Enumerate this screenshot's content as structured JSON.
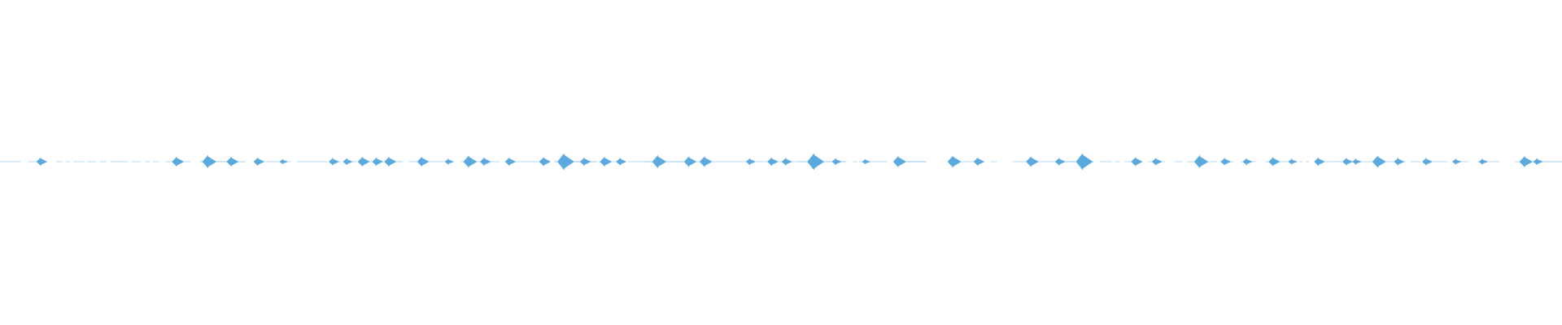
{
  "waveform": {
    "color": "#5aa9df",
    "baseline_color": "#8cc4ea",
    "segments": [
      [
        0.0,
        0.013,
        0.2
      ],
      [
        0.018,
        0.03,
        0.3
      ],
      [
        0.036,
        0.04,
        0.12
      ],
      [
        0.042,
        0.045,
        0.1
      ],
      [
        0.047,
        0.054,
        0.12
      ],
      [
        0.056,
        0.062,
        0.12
      ],
      [
        0.064,
        0.068,
        0.12
      ],
      [
        0.071,
        0.082,
        0.15
      ],
      [
        0.084,
        0.09,
        0.12
      ],
      [
        0.093,
        0.096,
        0.1
      ],
      [
        0.098,
        0.102,
        0.1
      ],
      [
        0.106,
        0.112,
        0.12
      ],
      [
        0.112,
        0.122,
        0.3
      ],
      [
        0.128,
        0.157,
        0.5
      ],
      [
        0.163,
        0.186,
        0.3
      ],
      [
        0.19,
        0.21,
        0.2
      ],
      [
        0.212,
        0.218,
        0.2
      ],
      [
        0.22,
        0.228,
        0.25
      ],
      [
        0.232,
        0.258,
        0.45
      ],
      [
        0.262,
        0.29,
        0.4
      ],
      [
        0.295,
        0.32,
        0.35
      ],
      [
        0.324,
        0.325,
        0.1
      ],
      [
        0.328,
        0.35,
        0.4
      ],
      [
        0.355,
        0.382,
        0.65
      ],
      [
        0.383,
        0.4,
        0.3
      ],
      [
        0.402,
        0.412,
        0.3
      ],
      [
        0.412,
        0.44,
        0.55
      ],
      [
        0.44,
        0.477,
        0.4
      ],
      [
        0.477,
        0.482,
        0.2
      ],
      [
        0.484,
        0.49,
        0.2
      ],
      [
        0.49,
        0.503,
        0.3
      ],
      [
        0.505,
        0.511,
        0.3
      ],
      [
        0.511,
        0.542,
        0.5
      ],
      [
        0.546,
        0.549,
        0.2
      ],
      [
        0.55,
        0.568,
        0.4
      ],
      [
        0.573,
        0.593,
        0.6
      ],
      [
        0.597,
        0.596,
        0.1
      ],
      [
        0.609,
        0.628,
        0.3
      ],
      [
        0.634,
        0.638,
        0.15
      ],
      [
        0.648,
        0.662,
        0.3
      ],
      [
        0.663,
        0.68,
        0.35
      ],
      [
        0.682,
        0.7,
        0.6
      ],
      [
        0.704,
        0.712,
        0.2
      ],
      [
        0.714,
        0.717,
        0.2
      ],
      [
        0.72,
        0.731,
        0.3
      ],
      [
        0.735,
        0.746,
        0.3
      ],
      [
        0.752,
        0.757,
        0.2
      ],
      [
        0.76,
        0.765,
        0.2
      ],
      [
        0.77,
        0.779,
        0.25
      ],
      [
        0.781,
        0.79,
        0.2
      ],
      [
        0.794,
        0.804,
        0.25
      ],
      [
        0.81,
        0.828,
        0.3
      ],
      [
        0.832,
        0.834,
        0.1
      ],
      [
        0.836,
        0.838,
        0.1
      ],
      [
        0.842,
        0.852,
        0.25
      ],
      [
        0.852,
        0.864,
        0.45
      ],
      [
        0.866,
        0.87,
        0.15
      ],
      [
        0.87,
        0.88,
        0.3
      ],
      [
        0.884,
        0.9,
        0.3
      ],
      [
        0.903,
        0.91,
        0.2
      ],
      [
        0.914,
        0.927,
        0.2
      ],
      [
        0.933,
        0.94,
        0.2
      ],
      [
        0.946,
        0.96,
        0.3
      ],
      [
        0.97,
        0.983,
        0.35
      ],
      [
        0.986,
        0.1,
        0.1
      ],
      [
        0.1,
        0.1,
        0.1
      ],
      [
        0.95,
        0.1,
        0.1
      ],
      [
        0.975,
        1.0,
        0.5
      ]
    ],
    "peaks": [
      [
        0.026,
        0.45
      ],
      [
        0.113,
        0.55
      ],
      [
        0.133,
        0.75
      ],
      [
        0.148,
        0.55
      ],
      [
        0.165,
        0.45
      ],
      [
        0.181,
        0.25
      ],
      [
        0.213,
        0.4
      ],
      [
        0.222,
        0.35
      ],
      [
        0.232,
        0.55
      ],
      [
        0.241,
        0.45
      ],
      [
        0.249,
        0.55
      ],
      [
        0.27,
        0.55
      ],
      [
        0.287,
        0.3
      ],
      [
        0.3,
        0.7
      ],
      [
        0.31,
        0.45
      ],
      [
        0.326,
        0.45
      ],
      [
        0.348,
        0.5
      ],
      [
        0.361,
        1.0
      ],
      [
        0.374,
        0.45
      ],
      [
        0.387,
        0.55
      ],
      [
        0.397,
        0.4
      ],
      [
        0.421,
        0.75
      ],
      [
        0.441,
        0.6
      ],
      [
        0.451,
        0.6
      ],
      [
        0.48,
        0.35
      ],
      [
        0.494,
        0.45
      ],
      [
        0.503,
        0.4
      ],
      [
        0.521,
        1.0
      ],
      [
        0.535,
        0.35
      ],
      [
        0.554,
        0.25
      ],
      [
        0.575,
        0.65
      ],
      [
        0.61,
        0.7
      ],
      [
        0.626,
        0.45
      ],
      [
        0.66,
        0.6
      ],
      [
        0.678,
        0.4
      ],
      [
        0.693,
        1.0
      ],
      [
        0.727,
        0.5
      ],
      [
        0.74,
        0.4
      ],
      [
        0.768,
        0.75
      ],
      [
        0.784,
        0.4
      ],
      [
        0.798,
        0.35
      ],
      [
        0.815,
        0.5
      ],
      [
        0.827,
        0.3
      ],
      [
        0.844,
        0.45
      ],
      [
        0.862,
        0.4
      ],
      [
        0.868,
        0.3
      ],
      [
        0.882,
        0.7
      ],
      [
        0.895,
        0.4
      ],
      [
        0.913,
        0.4
      ],
      [
        0.932,
        0.3
      ],
      [
        0.949,
        0.3
      ],
      [
        0.976,
        0.65
      ],
      [
        0.984,
        0.35
      ]
    ]
  }
}
